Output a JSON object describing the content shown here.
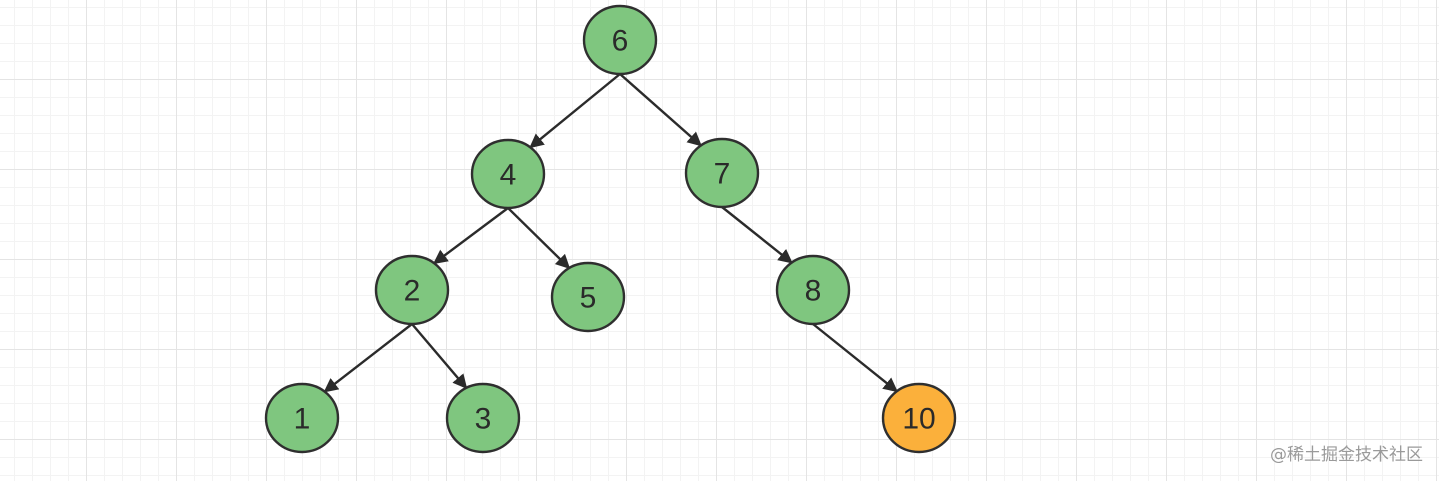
{
  "diagram": {
    "type": "binary-tree",
    "colors": {
      "default_node": "#7fc67f",
      "highlight_node": "#fbb03b",
      "stroke": "#2f2f2f",
      "edge": "#2b2b2b"
    },
    "nodes": [
      {
        "id": "n6",
        "label": "6"
      },
      {
        "id": "n4",
        "label": "4"
      },
      {
        "id": "n7",
        "label": "7"
      },
      {
        "id": "n2",
        "label": "2"
      },
      {
        "id": "n5",
        "label": "5"
      },
      {
        "id": "n8",
        "label": "8"
      },
      {
        "id": "n1",
        "label": "1"
      },
      {
        "id": "n3",
        "label": "3"
      },
      {
        "id": "n10",
        "label": "10",
        "highlighted": true
      }
    ],
    "edges": [
      {
        "from": "n6",
        "to": "n4"
      },
      {
        "from": "n6",
        "to": "n7"
      },
      {
        "from": "n4",
        "to": "n2"
      },
      {
        "from": "n4",
        "to": "n5"
      },
      {
        "from": "n7",
        "to": "n8"
      },
      {
        "from": "n2",
        "to": "n1"
      },
      {
        "from": "n2",
        "to": "n3"
      },
      {
        "from": "n8",
        "to": "n10"
      }
    ]
  },
  "watermark": {
    "text": "@稀土掘金技术社区"
  }
}
